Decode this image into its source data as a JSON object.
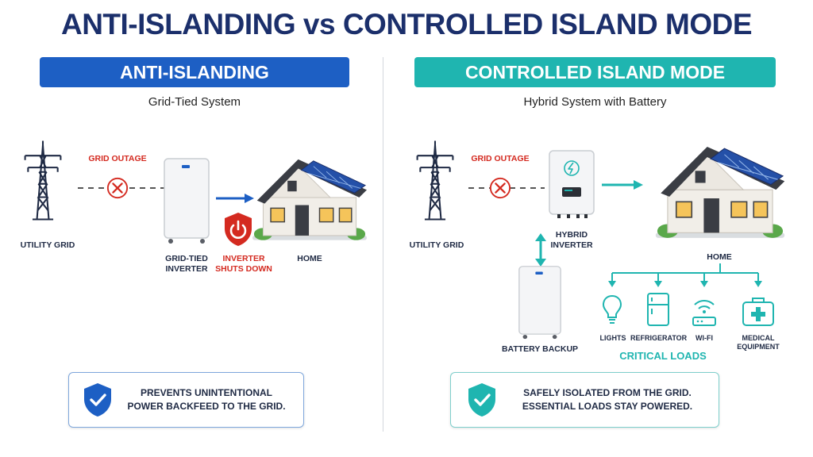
{
  "title": "ANTI-ISLANDING vs CONTROLLED ISLAND MODE",
  "left": {
    "banner": "ANTI-ISLANDING",
    "subtitle": "Grid-Tied System",
    "grid_label": "UTILITY GRID",
    "outage_label": "GRID OUTAGE",
    "inverter_label_1": "GRID-TIED",
    "inverter_label_2": "INVERTER",
    "shutdown_label_1": "INVERTER",
    "shutdown_label_2": "SHUTS DOWN",
    "home_label": "HOME",
    "box_line_1": "PREVENTS UNINTENTIONAL",
    "box_line_2": "POWER BACKFEED TO THE GRID."
  },
  "right": {
    "banner": "CONTROLLED ISLAND MODE",
    "subtitle": "Hybrid System with Battery",
    "grid_label": "UTILITY GRID",
    "outage_label": "GRID OUTAGE",
    "inverter_label_1": "HYBRID",
    "inverter_label_2": "INVERTER",
    "battery_label": "BATTERY BACKUP",
    "home_label": "HOME",
    "loads": [
      {
        "label": "LIGHTS"
      },
      {
        "label": "REFRIGERATOR"
      },
      {
        "label": "WI-FI"
      },
      {
        "label_1": "MEDICAL",
        "label_2": "EQUIPMENT"
      }
    ],
    "critical_loads": "CRITICAL LOADS",
    "box_line_1": "SAFELY ISOLATED FROM THE GRID.",
    "box_line_2": "ESSENTIAL LOADS STAY POWERED."
  },
  "colors": {
    "navy": "#1b2f6b",
    "blue": "#1d5fc4",
    "teal": "#1fb5b0",
    "red": "#d42a20"
  }
}
